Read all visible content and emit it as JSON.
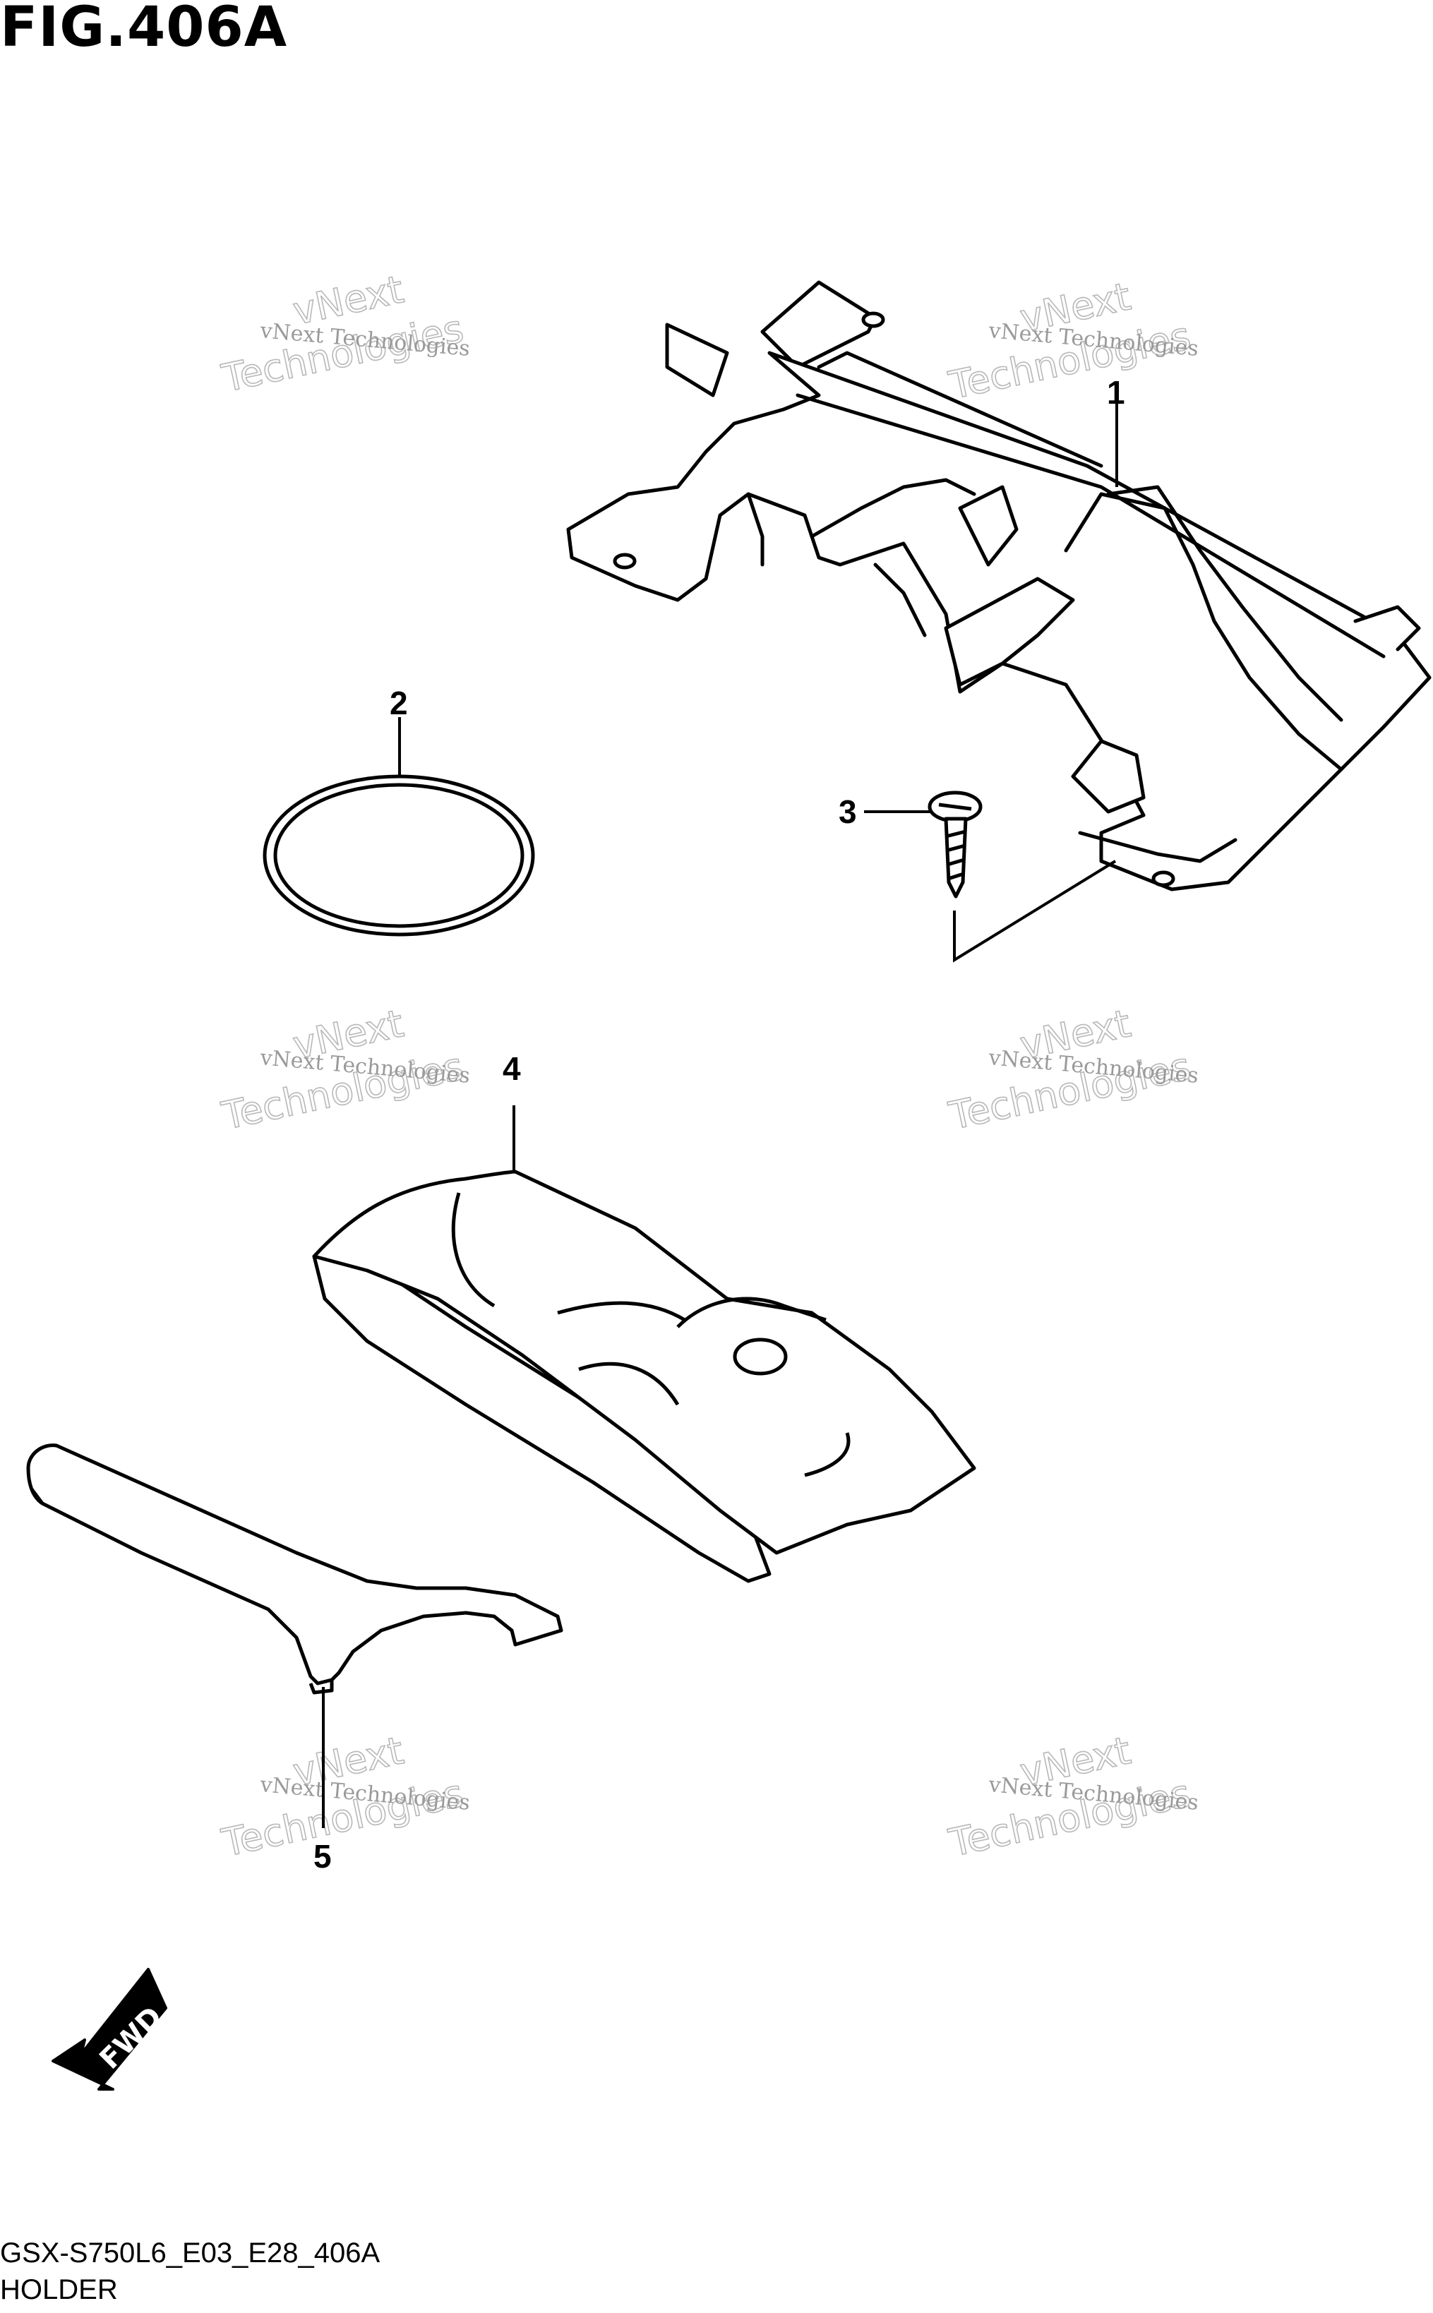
{
  "figure": {
    "title": "FIG.406A"
  },
  "footer": {
    "code": "GSX-S750L6_E03_E28_406A",
    "name": "HOLDER"
  },
  "callouts": [
    "1",
    "2",
    "3",
    "4",
    "5"
  ],
  "watermark": {
    "line1": "vNext Technologies",
    "line2": "Technologies",
    "line3": "vNext"
  },
  "direction": {
    "label": "FWD"
  }
}
